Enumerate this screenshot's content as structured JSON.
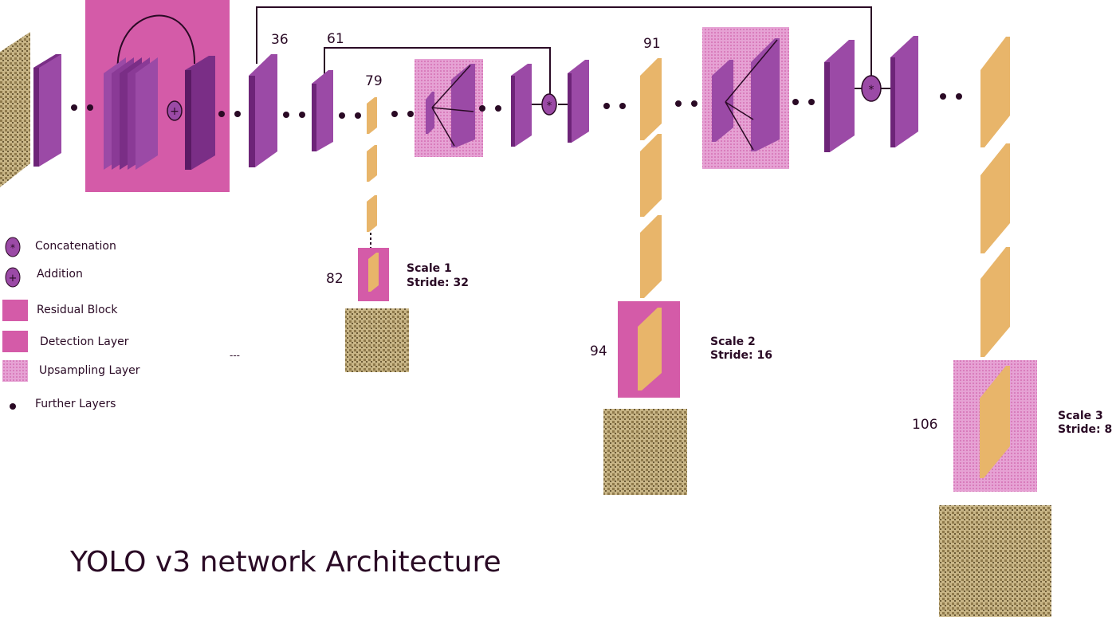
{
  "title": "YOLO v3 network Architecture",
  "colors": {
    "purple": "#9b4aa6",
    "purple_dark": "#6d2478",
    "pink": "#d45ba8",
    "pink_light": "#e6a2d4",
    "orange": "#e8b56a",
    "orange_dark": "#b98638",
    "line": "#2a0a25"
  },
  "layer_numbers": {
    "l36": "36",
    "l61": "61",
    "l79": "79",
    "l82": "82",
    "l91": "91",
    "l94": "94",
    "l106": "106"
  },
  "scales": [
    {
      "name": "Scale 1",
      "stride": "Stride: 32"
    },
    {
      "name": "Scale 2",
      "stride": "Stride: 16"
    },
    {
      "name": "Scale 3",
      "stride": "Stride: 8"
    }
  ],
  "legend": [
    {
      "icon": "concatenation-icon",
      "label": "Concatenation"
    },
    {
      "icon": "addition-icon",
      "label": "Addition"
    },
    {
      "icon": "residual-block-swatch",
      "label": "Residual Block"
    },
    {
      "icon": "detection-layer-swatch",
      "label": "Detection Layer"
    },
    {
      "icon": "upsampling-layer-swatch",
      "label": "Upsampling Layer"
    },
    {
      "icon": "further-layers-dot",
      "label": "Further Layers"
    }
  ],
  "misc": {
    "dashes": "---"
  }
}
